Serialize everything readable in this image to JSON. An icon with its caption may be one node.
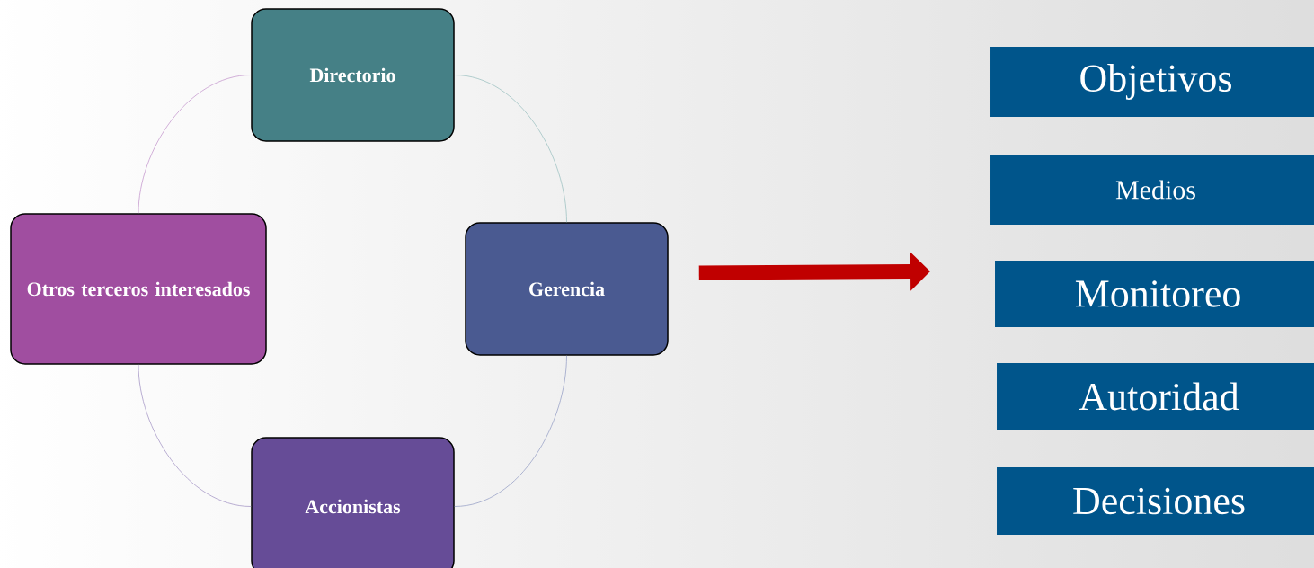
{
  "diagram": {
    "nodes": [
      {
        "text": [
          "Directorio"
        ]
      },
      {
        "text": [
          "Gerencia"
        ]
      },
      {
        "text": [
          "Accionistas"
        ]
      },
      {
        "text": [
          "Otros terceros interesados"
        ]
      },
      {
        "text": [
          "Objetivos"
        ]
      },
      {
        "text": [
          "Medios"
        ]
      },
      {
        "text": [
          "Monitoreo"
        ]
      },
      {
        "text": [
          "Autoridad"
        ]
      },
      {
        "text": [
          "Decisiones"
        ]
      }
    ],
    "edges": [
      {
        "from": 0,
        "to": 1,
        "arrow": "none",
        "color": "#9fc3c3"
      },
      {
        "from": 1,
        "to": 2,
        "arrow": "none",
        "color": "#9aa3c8"
      },
      {
        "from": 2,
        "to": 3,
        "arrow": "none",
        "color": "#a89ac8"
      },
      {
        "from": 3,
        "to": 0,
        "arrow": "none",
        "color": "#c79ccf"
      },
      {
        "from": 1,
        "to": null,
        "arrow": "to",
        "style": "thick",
        "color": "#c00000"
      }
    ]
  }
}
